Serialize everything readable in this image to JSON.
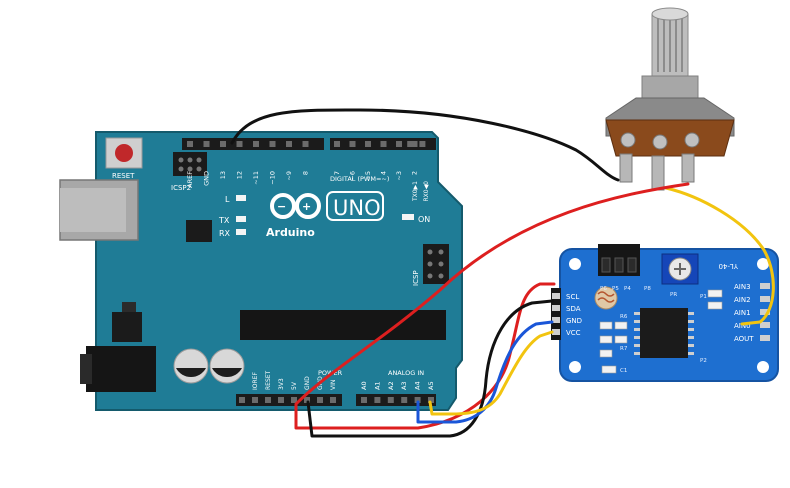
{
  "arduino": {
    "reset_label": "RESET",
    "icsp2_label": "ICSP2",
    "icsp_label": "ICSP",
    "brand_name": "Arduino",
    "model": "UNO",
    "led_l": "L",
    "led_tx": "TX",
    "led_rx": "RX",
    "led_on": "ON",
    "digital_label": "DIGITAL (PWM=~)",
    "tx_pin_label": "TX0▶1",
    "rx_pin_label": "RX0◀0",
    "top_pins": [
      "AREF",
      "GND",
      "13",
      "12",
      "~11",
      "~10",
      "~9",
      "8",
      "7",
      "~6",
      "~5",
      "4",
      "~3",
      "2"
    ],
    "power_label": "POWER",
    "analog_label": "ANALOG IN",
    "power_pins": [
      "IOREF",
      "RESET",
      "3V3",
      "5V",
      "GND",
      "GND",
      "VIN"
    ],
    "analog_pins": [
      "A0",
      "A1",
      "A2",
      "A3",
      "A4",
      "A5"
    ]
  },
  "pcf_module": {
    "title": "YL-40",
    "left_pins": [
      "SCL",
      "SDA",
      "GND",
      "VCC"
    ],
    "right_pins": [
      "AIN3",
      "AIN2",
      "AIN1",
      "AIN0",
      "AOUT"
    ],
    "labels": [
      "P6",
      "P5",
      "P4",
      "R6",
      "R7",
      "P1",
      "P2",
      "C1",
      "P8",
      "PR"
    ]
  },
  "colors": {
    "board_blue": "#1f7c96",
    "module_blue": "#1e6fd0",
    "wire_red": "#dd1f1f",
    "wire_black": "#111111",
    "wire_yellow": "#f2c40f",
    "wire_blue": "#1a56d8"
  }
}
